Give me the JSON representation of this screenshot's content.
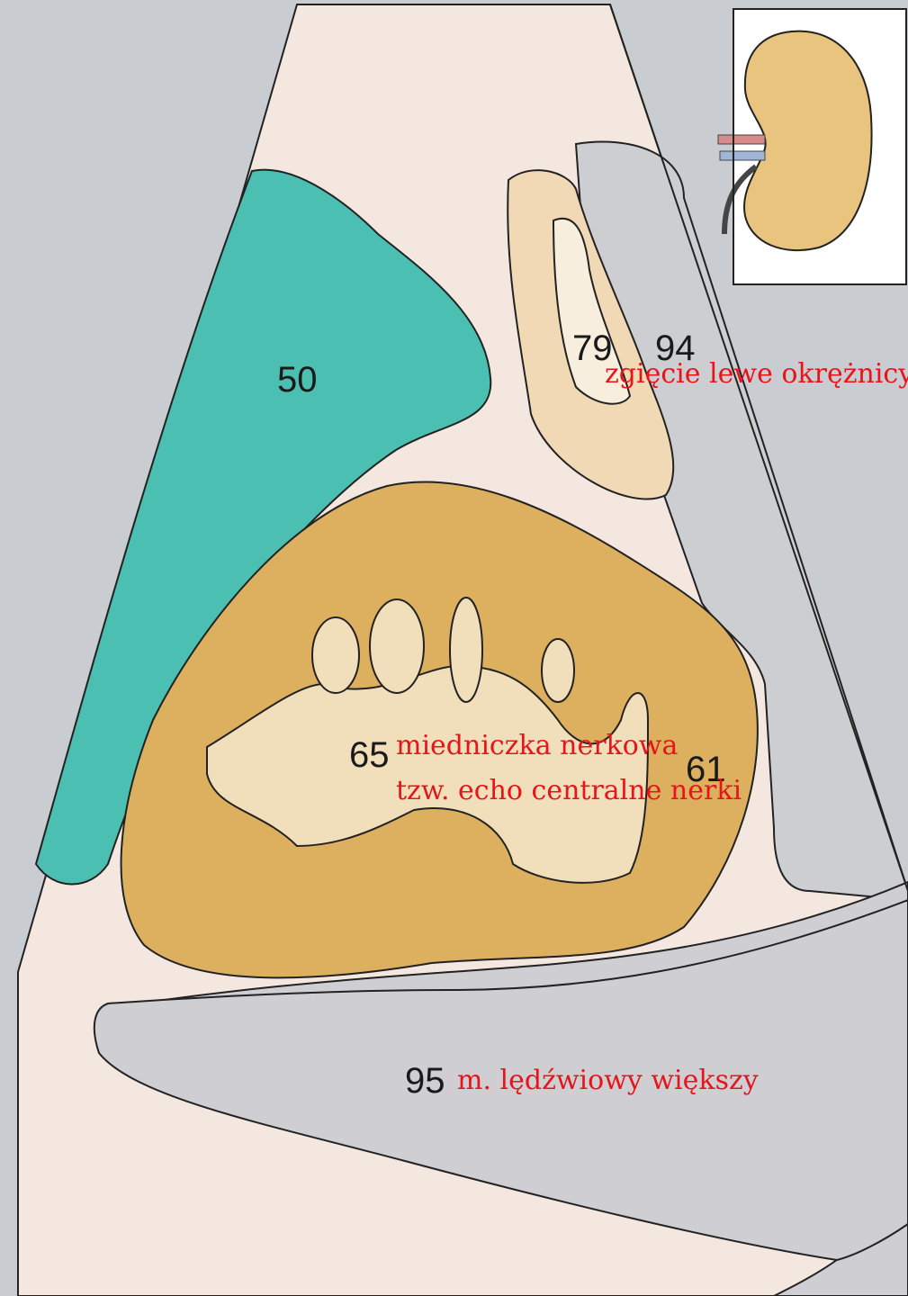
{
  "regions": {
    "spleen_number": "50",
    "flexure_number": "79",
    "bowel_number": "94",
    "renal_sinus_number": "65",
    "renal_cortex_number": "61",
    "psoas_number": "95"
  },
  "labels": {
    "flexure": "zgięcie lewe okrężnicy",
    "pelvis_line1": "miedniczka nerkowa",
    "pelvis_line2": "tzw. echo centralne nerki",
    "psoas": "m. lędźwiowy większy"
  },
  "colors": {
    "background": "#c9ccd0",
    "scan_field": "#f3e7e0",
    "spleen": "#4bbfb2",
    "kidney_cortex": "#dcb05f",
    "renal_sinus": "#f1dfbc",
    "bowel_wall": "#f0d9b4",
    "psoas": "#cfcfd3",
    "gray_tissue": "#cdced2",
    "inset_kidney": "#e9c47e",
    "label_red": "#e8141a"
  }
}
